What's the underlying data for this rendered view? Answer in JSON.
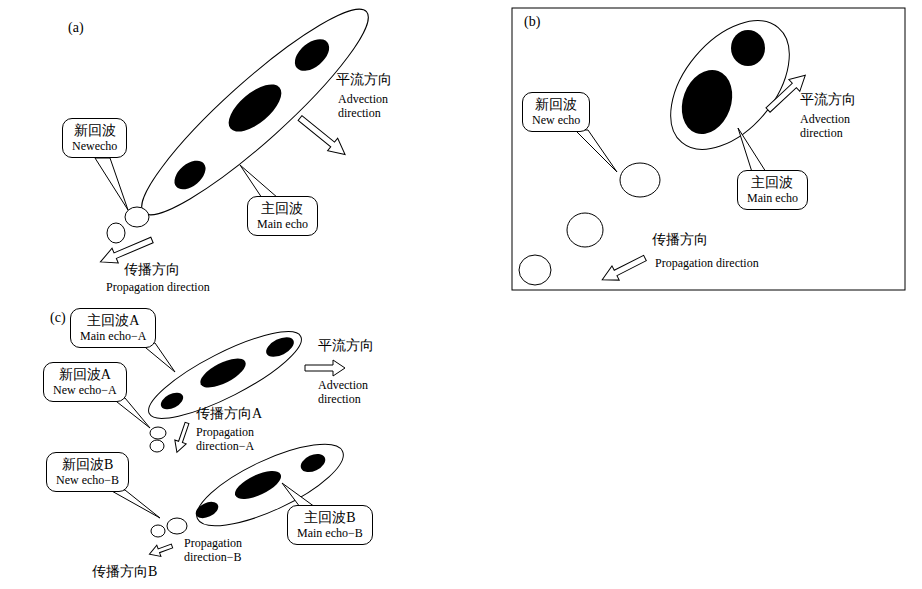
{
  "diagram": {
    "nodes": [
      {
        "text": [
          "新回波",
          "Newecho"
        ]
      },
      {
        "text": [
          "主回波",
          "Main echo"
        ]
      },
      {
        "text": [
          "新回波",
          "New echo"
        ]
      },
      {
        "text": [
          "主回波",
          "Main echo"
        ]
      },
      {
        "text": [
          "主回波A",
          "Main echo−A"
        ]
      },
      {
        "text": [
          "新回波A",
          "New echo−A"
        ]
      },
      {
        "text": [
          "新回波B",
          "New echo−B"
        ]
      },
      {
        "text": [
          "主回波B",
          "Main echo−B"
        ]
      }
    ],
    "labels": [
      "(a)",
      "平流方向",
      "Advection direction",
      "传播方向",
      "Propagation direction",
      "(b)",
      "平流方向",
      "Advection direction",
      "传播方向",
      "Propagation direction",
      "(c)",
      "平流方向",
      "Advection direction",
      "传播方向A",
      "Propagation direction−A",
      "Propagation direction−B",
      "传播方向B"
    ]
  }
}
